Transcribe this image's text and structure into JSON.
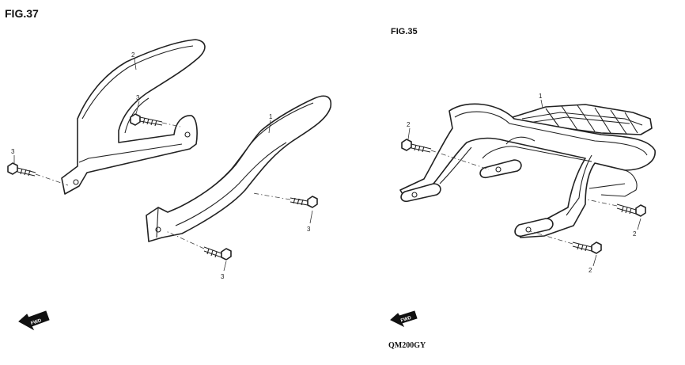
{
  "left_figure": {
    "title": "FIG.37",
    "callouts": {
      "guard_left": "2",
      "guard_right": "1",
      "bolt_a": "3",
      "bolt_b": "3",
      "bolt_c": "3",
      "bolt_d": "3"
    },
    "fwd_label": "FWD"
  },
  "right_figure": {
    "title": "FIG.35",
    "callouts": {
      "rack": "1",
      "bolt_a": "2",
      "bolt_b": "2",
      "bolt_c": "2"
    },
    "fwd_label": "FWD",
    "model": "QM200GY"
  },
  "colors": {
    "line": "#222222",
    "background": "#ffffff"
  }
}
